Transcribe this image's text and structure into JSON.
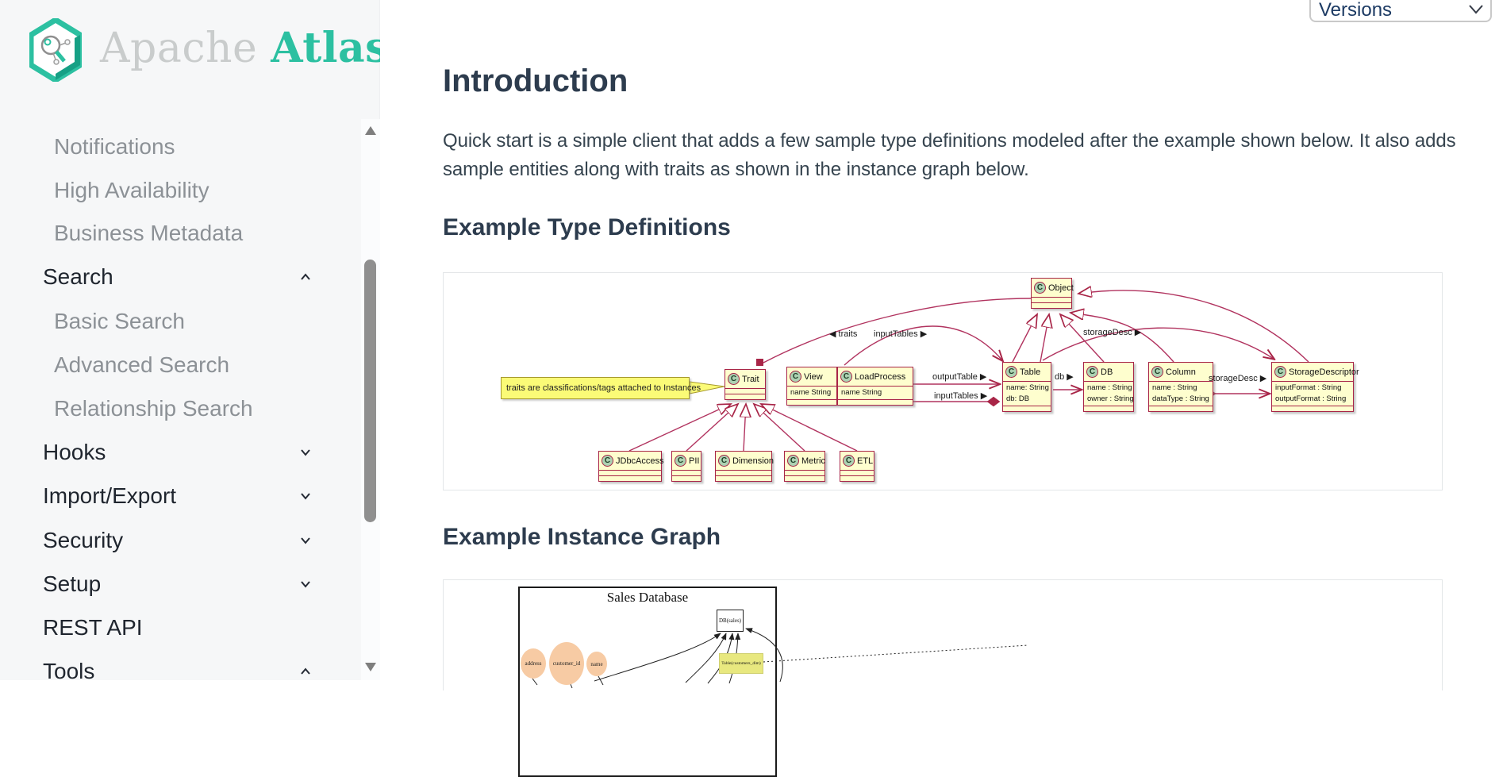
{
  "logo": {
    "brand_primary": "Apache",
    "brand_accent": "Atlas",
    "icon": "atlas-hexagon-magnifier-icon"
  },
  "versions_dropdown": {
    "value": "Versions",
    "icon": "chevron-down-icon"
  },
  "sidebar": {
    "items": [
      {
        "label": "Notifications",
        "level": "sub",
        "chevron": null
      },
      {
        "label": "High Availability",
        "level": "sub",
        "chevron": null
      },
      {
        "label": "Business Metadata",
        "level": "sub",
        "chevron": null
      },
      {
        "label": "Search",
        "level": "top",
        "chevron": "up"
      },
      {
        "label": "Basic Search",
        "level": "sub",
        "chevron": null
      },
      {
        "label": "Advanced Search",
        "level": "sub",
        "chevron": null
      },
      {
        "label": "Relationship Search",
        "level": "sub",
        "chevron": null
      },
      {
        "label": "Hooks",
        "level": "top",
        "chevron": "down"
      },
      {
        "label": "Import/Export",
        "level": "top",
        "chevron": "down"
      },
      {
        "label": "Security",
        "level": "top",
        "chevron": "down"
      },
      {
        "label": "Setup",
        "level": "top",
        "chevron": "down"
      },
      {
        "label": "REST API",
        "level": "top",
        "chevron": null
      },
      {
        "label": "Tools",
        "level": "top",
        "chevron": "up"
      }
    ],
    "scrollbar": {
      "up_icon": "triangle-up-icon",
      "down_icon": "triangle-down-icon"
    }
  },
  "content": {
    "title": "Introduction",
    "intro_paragraph": "Quick start is a simple client that adds a few sample type definitions modeled after the example shown below. It also adds sample entities along with traits as shown in the instance graph below.",
    "section1_heading": "Example Type Definitions",
    "section2_heading": "Example Instance Graph"
  },
  "type_diagram": {
    "note": "traits are classifications/tags attached to Instances",
    "classes": [
      {
        "name": "Object",
        "attrs": []
      },
      {
        "name": "Trait",
        "attrs": []
      },
      {
        "name": "View",
        "attrs": [
          "name String"
        ]
      },
      {
        "name": "LoadProcess",
        "attrs": [
          "name String"
        ]
      },
      {
        "name": "Table",
        "attrs": [
          "name: String",
          "db: DB"
        ]
      },
      {
        "name": "DB",
        "attrs": [
          "name : String",
          "owner : String"
        ]
      },
      {
        "name": "Column",
        "attrs": [
          "name : String",
          "dataType : String"
        ]
      },
      {
        "name": "StorageDescriptor",
        "attrs": [
          "inputFormat : String",
          "outputFormat : String"
        ]
      },
      {
        "name": "JDbcAccess",
        "attrs": []
      },
      {
        "name": "PII",
        "attrs": []
      },
      {
        "name": "Dimension",
        "attrs": []
      },
      {
        "name": "Metric",
        "attrs": []
      },
      {
        "name": "ETL",
        "attrs": []
      }
    ],
    "edge_labels": [
      "◀ traits",
      "inputTables ▶",
      "outputTable ▶",
      "inputTables ▶",
      "db ▶",
      "storageDesc ▶",
      "storageDesc ▶"
    ]
  },
  "instance_diagram": {
    "cluster_title": "Sales Database",
    "db_node": "DB(sales)",
    "table_node": "Table(customers_dim)",
    "column_nodes": [
      "address",
      "customer_id",
      "name"
    ]
  }
}
